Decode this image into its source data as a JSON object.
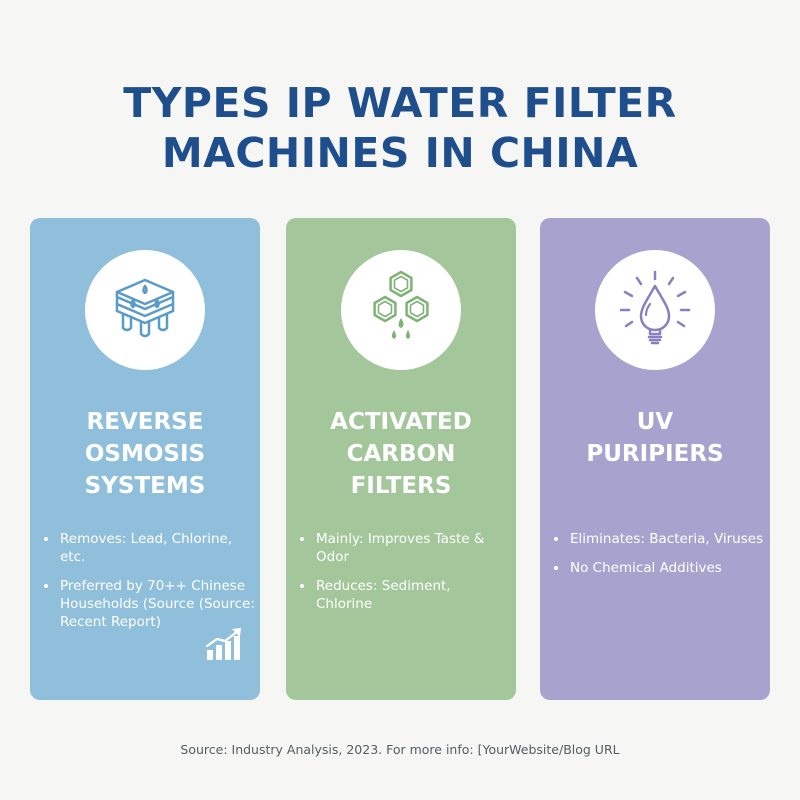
{
  "title": {
    "line1": "TYPES IP WATER FILTER",
    "line2": "MACHINES IN CHINA"
  },
  "cards": [
    {
      "icon": "layered-filter-icon",
      "color": "#8fbfdb",
      "title_lines": [
        "REVERSE",
        "OSMOSIS",
        "SYSTEMS"
      ],
      "bullets": [
        "Removes: Lead, Chlorine, etc.",
        "Preferred by 70++ Chinese Households (Source (Source: Recent Report)"
      ],
      "extra_icon": "bar-chart-trend-icon"
    },
    {
      "icon": "hexagon-carbon-icon",
      "color": "#a3c69a",
      "title_lines": [
        "ACTIVATED",
        "CARBON",
        "FILTERS"
      ],
      "bullets": [
        "Mainly: Improves Taste & Odor",
        "Reduces: Sediment, Chlorine"
      ]
    },
    {
      "icon": "uv-lightbulb-drop-icon",
      "color": "#a8a2cf",
      "title_lines": [
        "UV",
        "PURIPIERS"
      ],
      "bullets": [
        "Eliminates: Bacteria, Viruses",
        "No Chemical Additives"
      ]
    }
  ],
  "footer": "Source: Industry Analysis, 2023. For more info: [YourWebsite/Blog URL",
  "colors": {
    "background": "#f6f6f4",
    "title": "#1f4e8c",
    "icon_blue": "#5b9bc7",
    "icon_green": "#7fb276",
    "icon_purple": "#8880c0"
  }
}
